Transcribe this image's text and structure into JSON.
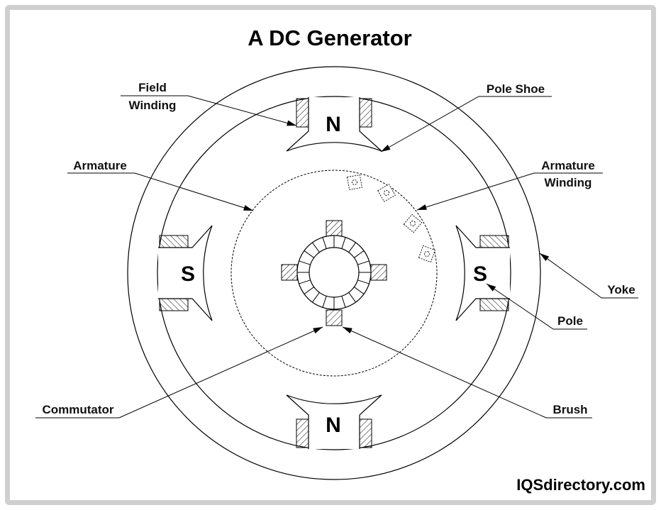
{
  "title": "A DC Generator",
  "poles": {
    "top": "N",
    "left": "S",
    "right": "S",
    "bottom": "N"
  },
  "labels": {
    "field_winding": [
      "Field",
      "Winding"
    ],
    "pole_shoe": "Pole Shoe",
    "armature": "Armature",
    "armature_winding": [
      "Armature",
      "Winding"
    ],
    "yoke": "Yoke",
    "pole": "Pole",
    "commutator": "Commutator",
    "brush": "Brush"
  },
  "watermark": "IQSdirectory.com"
}
